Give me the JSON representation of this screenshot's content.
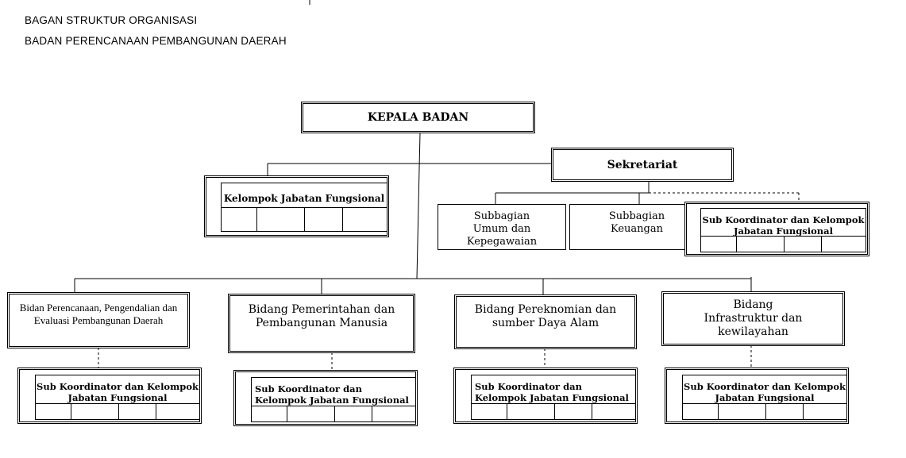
{
  "header": {
    "line1": "BAGAN STRUKTUR ORGANISASI",
    "line2": "BADAN PERENCANAAN PEMBANGUNAN DAERAH"
  },
  "nodes": {
    "kepala": "KEPALA BADAN",
    "sekretariat": "Sekretariat",
    "kjf_top": "Kelompok Jabatan Fungsional",
    "subbagian_umum": "Subbagian Umum dan Kepegawaian",
    "subbagian_keuangan": "Subbagian Keuangan",
    "sub_koordinator": "Sub Koordinator dan Kelompok Jabatan Fungsional",
    "bidang_1": "Bidan Perencanaan, Pengendalian dan Evaluasi Pembangunan Daerah",
    "bidang_2": "Bidang Pemerintahan dan Pembangunan Manusia",
    "bidang_3": "Bidang Pereknomian dan sumber Daya Alam",
    "bidang_4": "Bidang Infrastruktur dan kewilayahan"
  }
}
